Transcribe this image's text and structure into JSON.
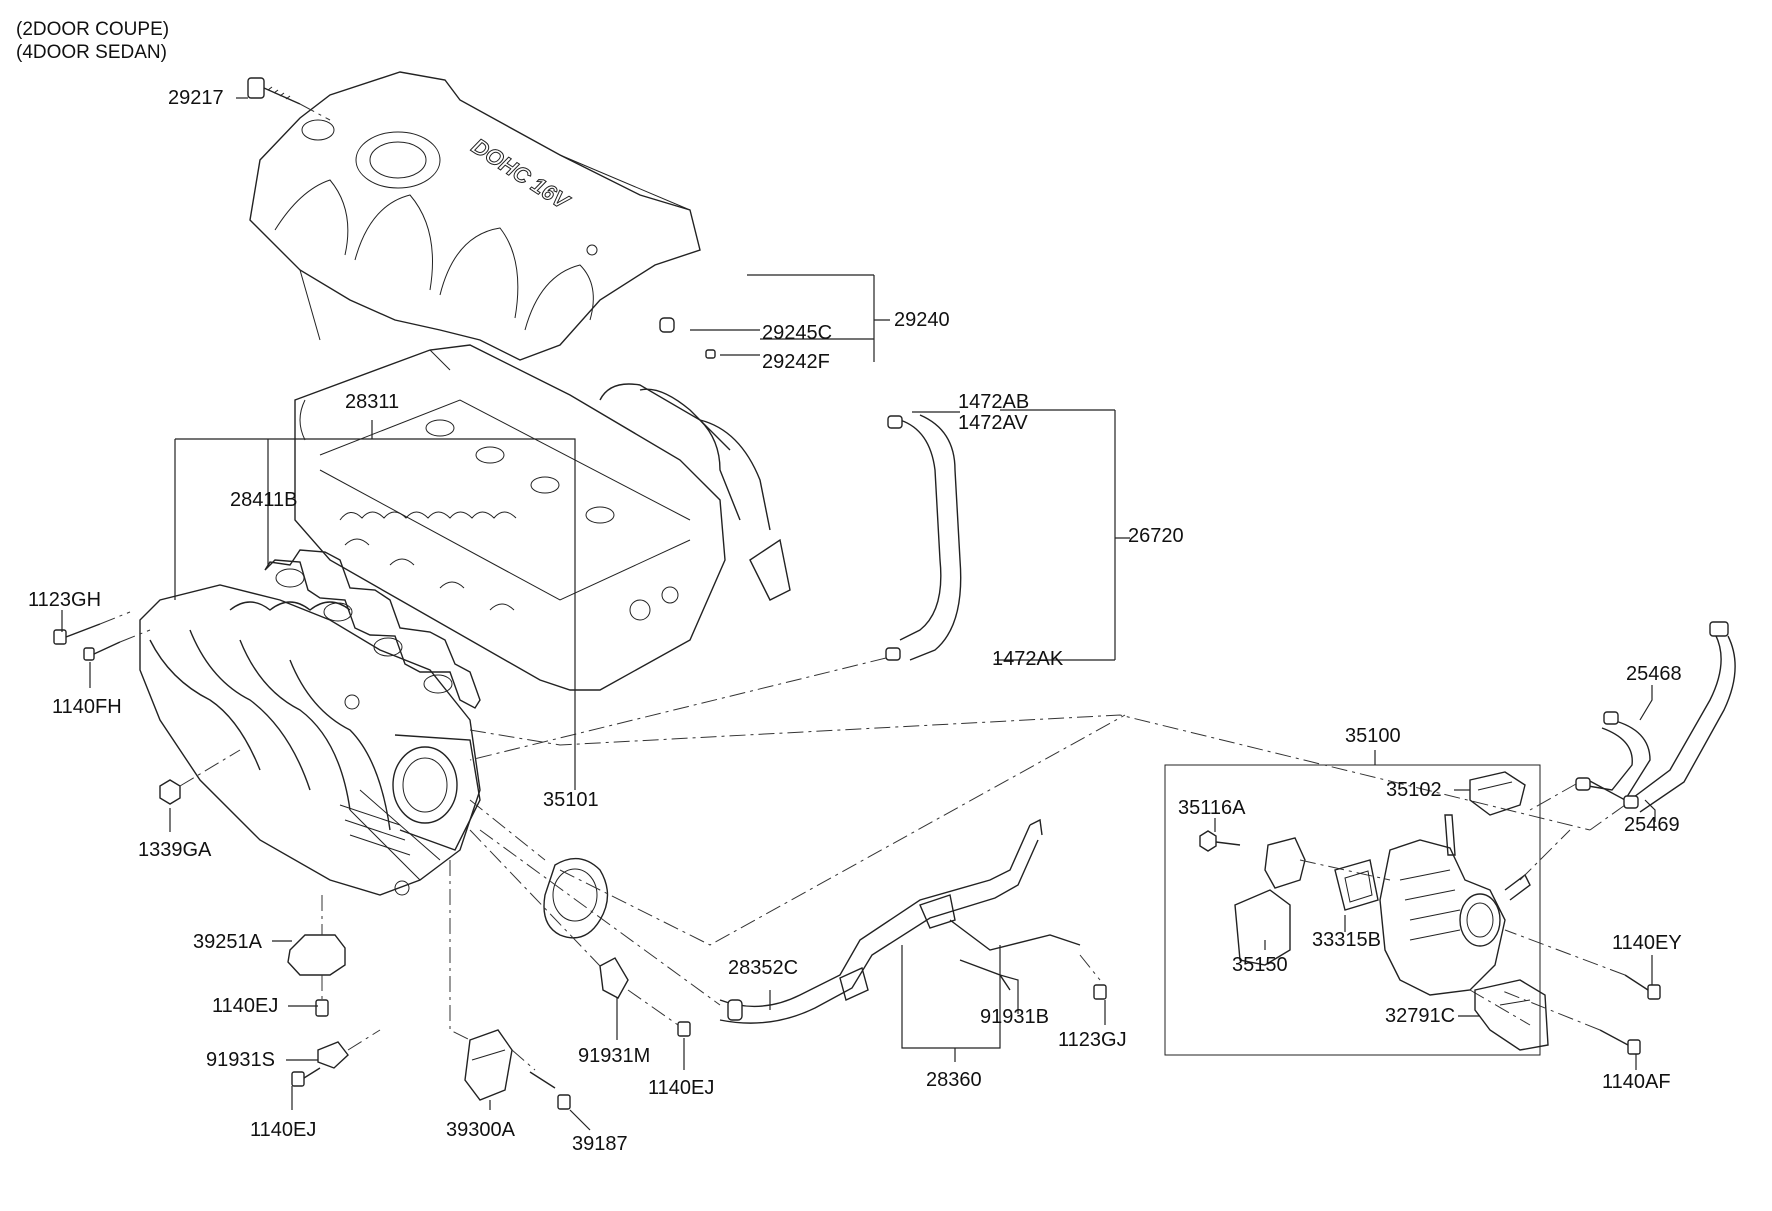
{
  "header": {
    "line1": "(2DOOR COUPE)",
    "line2": "(4DOOR SEDAN)"
  },
  "engine_cover_text": "DOHC 16V",
  "labels": {
    "p29217": "29217",
    "p29240": "29240",
    "p29245C": "29245C",
    "p29242F": "29242F",
    "p28311": "28311",
    "p28411B": "28411B",
    "p1472AB": "1472AB",
    "p1472AV": "1472AV",
    "p26720": "26720",
    "p1472AK": "1472AK",
    "p1123GH": "1123GH",
    "p1140FH": "1140FH",
    "p1339GA": "1339GA",
    "p35101": "35101",
    "p39251A": "39251A",
    "p1140EJ_a": "1140EJ",
    "p91931S": "91931S",
    "p1140EJ_b": "1140EJ",
    "p39300A": "39300A",
    "p39187": "39187",
    "p91931M": "91931M",
    "p1140EJ_c": "1140EJ",
    "p28352C": "28352C",
    "p91931B": "91931B",
    "p1123GJ": "1123GJ",
    "p28360": "28360",
    "p35100": "35100",
    "p35102": "35102",
    "p35116A": "35116A",
    "p33315B": "33315B",
    "p35150": "35150",
    "p32791C": "32791C",
    "p1140EY": "1140EY",
    "p1140AF": "1140AF",
    "p25468": "25468",
    "p25469": "25469"
  }
}
